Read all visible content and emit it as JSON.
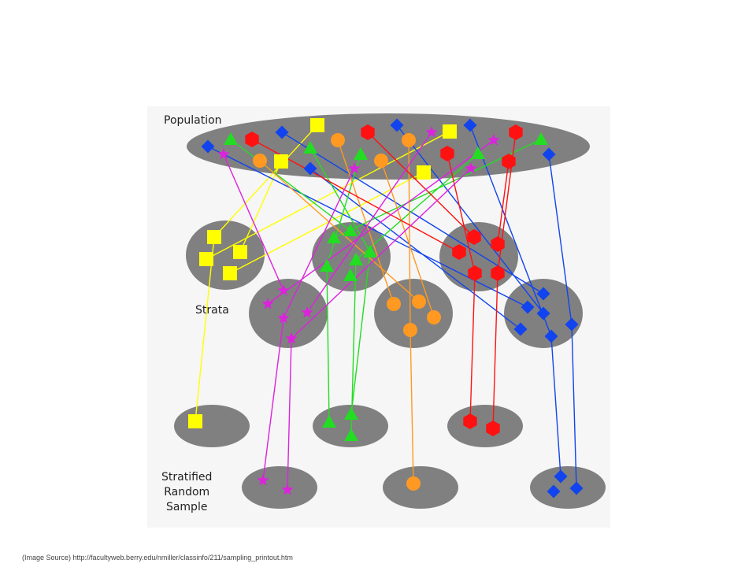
{
  "labels": {
    "population": "Population",
    "strata": "Strata",
    "sample_line1": "Stratified",
    "sample_line2": "Random",
    "sample_line3": "Sample"
  },
  "caption": "(Image Source) http://facultyweb.berry.edu/nmiller/classinfo/211/sampling_printout.htm",
  "colors": {
    "ellipse": "#808080",
    "yellow": "#ffff00",
    "green": "#22dd22",
    "orange": "#ff9922",
    "red": "#ff1111",
    "magenta": "#dd22dd",
    "blue": "#1144ee"
  },
  "groups": {
    "strata": [
      "yellow",
      "magenta",
      "green",
      "orange",
      "red",
      "blue"
    ],
    "sample": [
      "yellow",
      "magenta",
      "green",
      "orange",
      "red",
      "blue"
    ]
  }
}
